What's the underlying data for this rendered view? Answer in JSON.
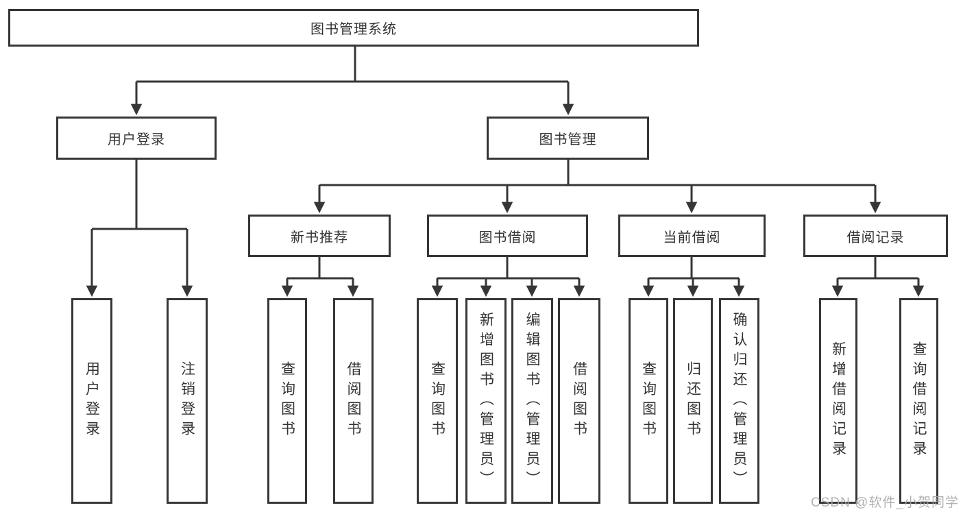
{
  "tree": {
    "label": "图书管理系统",
    "children": [
      {
        "label": "用户登录",
        "children": [
          {
            "label": "用户登录"
          },
          {
            "label": "注销登录"
          }
        ]
      },
      {
        "label": "图书管理",
        "children": [
          {
            "label": "新书推荐",
            "children": [
              {
                "label": "查询图书"
              },
              {
                "label": "借阅图书"
              }
            ]
          },
          {
            "label": "图书借阅",
            "children": [
              {
                "label": "查询图书"
              },
              {
                "label": "新增图书（管理员）"
              },
              {
                "label": "编辑图书（管理员）"
              },
              {
                "label": "借阅图书"
              }
            ]
          },
          {
            "label": "当前借阅",
            "children": [
              {
                "label": "查询图书"
              },
              {
                "label": "归还图书"
              },
              {
                "label": "确认归还（管理员）"
              }
            ]
          },
          {
            "label": "借阅记录",
            "children": [
              {
                "label": "新增借阅记录"
              },
              {
                "label": "查询借阅记录"
              }
            ]
          }
        ]
      }
    ]
  },
  "watermark": {
    "text": "CSDN @软件_小贺同学"
  },
  "colors": {
    "line": "#363636",
    "text": "#333333",
    "watermark": "#a8a8a8",
    "background": "#ffffff"
  }
}
